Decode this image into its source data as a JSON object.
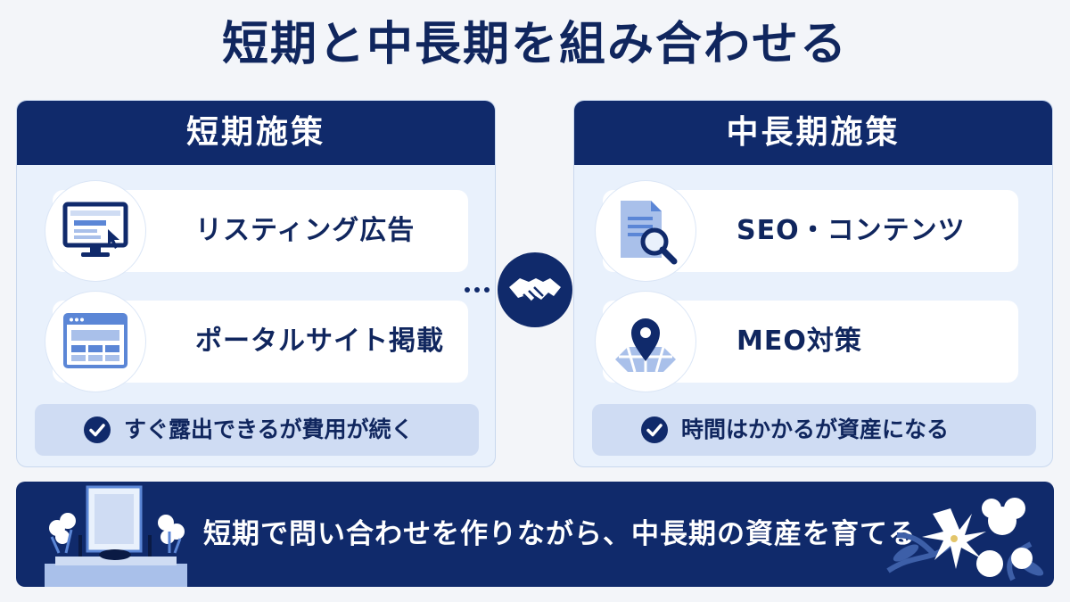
{
  "title": "短期と中長期を組み合わせる",
  "left_panel": {
    "header": "短期施策",
    "items": [
      {
        "label": "リスティング広告",
        "icon": "monitor-cursor-icon"
      },
      {
        "label": "ポータルサイト掲載",
        "icon": "browser-window-icon"
      }
    ],
    "note": "すぐ露出できるが費用が続く"
  },
  "right_panel": {
    "header": "中長期施策",
    "items": [
      {
        "label": "SEO・コンテンツ",
        "icon": "document-magnifier-icon"
      },
      {
        "label": "MEO対策",
        "icon": "map-pin-icon"
      }
    ],
    "note": "時間はかかるが資産になる"
  },
  "connector_icon": "handshake-icon",
  "footer": {
    "text": "短期で問い合わせを作りながら、中長期の資産を育てる",
    "left_illustration": "altar-icon",
    "right_illustration": "lily-flowers-icon"
  },
  "colors": {
    "navy": "#102a6b",
    "panel_bg": "#e9f1fc",
    "note_bg": "#cfdcf3",
    "icon_blue": "#5b86d6",
    "page_bg": "#f3f5f9"
  }
}
